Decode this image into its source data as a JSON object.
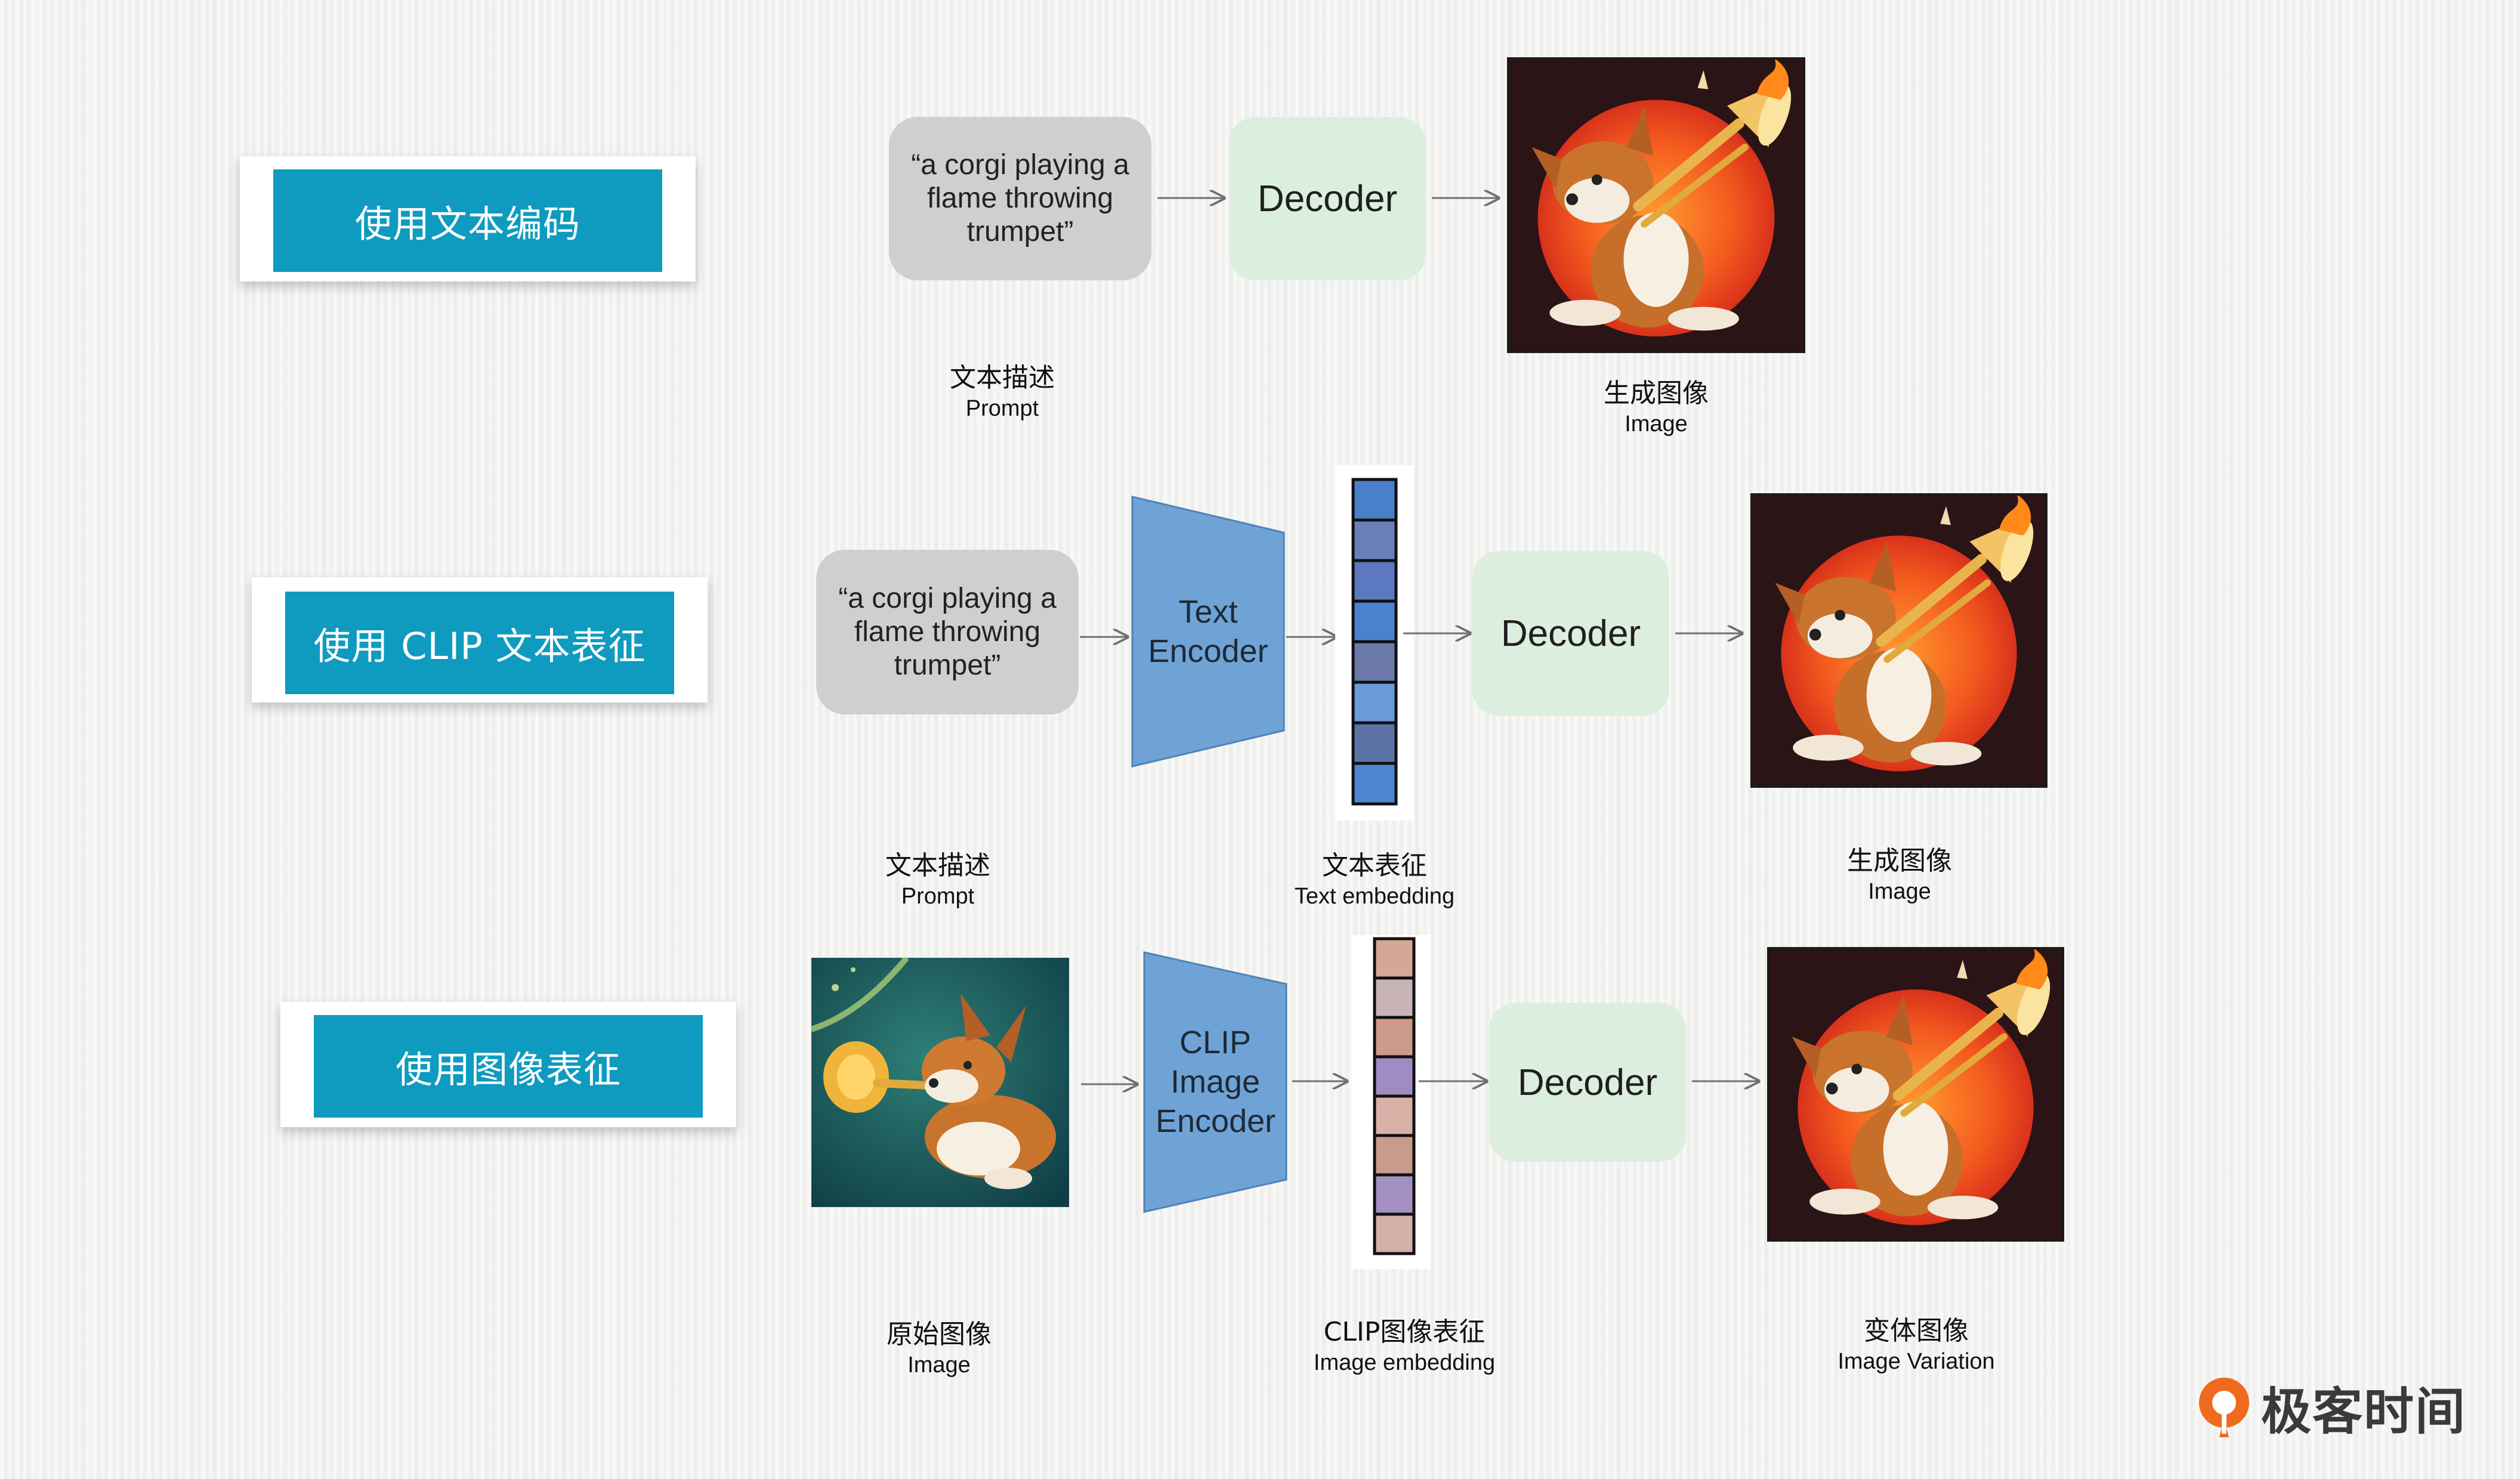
{
  "rows": [
    {
      "label": "使用文本编码",
      "prompt_text": "“a corgi playing a flame throwing trumpet”",
      "prompt_caption_zh": "文本描述",
      "prompt_caption_en": "Prompt",
      "decoder": "Decoder",
      "output_caption_zh": "生成图像",
      "output_caption_en": "Image"
    },
    {
      "label": "使用 CLIP 文本表征",
      "prompt_text": "“a corgi playing a flame throwing trumpet”",
      "prompt_caption_zh": "文本描述",
      "prompt_caption_en": "Prompt",
      "encoder": "Text Encoder",
      "embedding_caption_zh": "文本表征",
      "embedding_caption_en": "Text embedding",
      "decoder": "Decoder",
      "output_caption_zh": "生成图像",
      "output_caption_en": "Image"
    },
    {
      "label": "使用图像表征",
      "input_caption_zh": "原始图像",
      "input_caption_en": "Image",
      "encoder": "CLIP Image Encoder",
      "embedding_caption_zh": "CLIP图像表征",
      "embedding_caption_en": "Image embedding",
      "decoder": "Decoder",
      "output_caption_zh": "变体图像",
      "output_caption_en": "Image Variation"
    }
  ],
  "brand": {
    "name": "极客时间"
  },
  "colors": {
    "label_button": "#0f9bbf",
    "decoder_box": "#dcefdf",
    "prompt_box": "#cfcfcf",
    "encoder": "#6fa3d6",
    "text_embedding_cells": [
      "#4a7fc9",
      "#6a7fb8",
      "#5c78c0",
      "#4a82cf",
      "#6b78aa",
      "#6a9ad8",
      "#5d73a8",
      "#4d86d2"
    ],
    "image_embedding_cells": [
      "#d4a895",
      "#c8b3b6",
      "#cd9a8a",
      "#9f8cc3",
      "#d7b0a6",
      "#c99b8d",
      "#a490c0",
      "#d4b0a6"
    ]
  }
}
